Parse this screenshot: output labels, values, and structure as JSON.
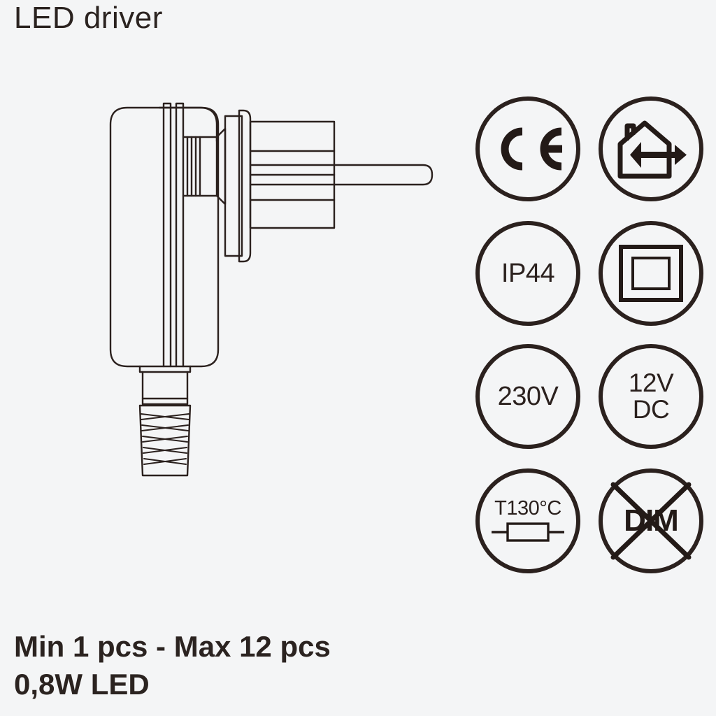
{
  "page": {
    "title": "LED driver",
    "background_color": "#f4f5f6",
    "ink_color": "#2b211e"
  },
  "product_drawing": {
    "name": "plug-in LED driver side view",
    "description": "Line drawing of a wall plug LED driver with rounded rectangular housing, Schuko style plug pins on the right and a threaded screw connector at the bottom"
  },
  "spec_badges": [
    {
      "id": "ce-mark",
      "label": "CE",
      "kind": "glyph",
      "glyph": "ce-mark-icon"
    },
    {
      "id": "indoor-outdoor",
      "label": "",
      "kind": "glyph",
      "glyph": "house-arrow-icon"
    },
    {
      "id": "ip-rating",
      "label": "IP44",
      "kind": "text",
      "glyph": ""
    },
    {
      "id": "class-two",
      "label": "",
      "kind": "glyph",
      "glyph": "double-square-icon"
    },
    {
      "id": "input-voltage",
      "label": "230V",
      "kind": "text",
      "glyph": ""
    },
    {
      "id": "output-voltage",
      "label_line1": "12V",
      "label_line2": "DC",
      "kind": "text-two-line",
      "glyph": ""
    },
    {
      "id": "temperature",
      "label": "T130°C",
      "kind": "text-glyph",
      "glyph": "thermal-fuse-icon"
    },
    {
      "id": "not-dimmable",
      "label": "DIM",
      "kind": "text-crossed",
      "glyph": "cross-out-icon"
    }
  ],
  "footer": {
    "line1": "Min 1 pcs - Max 12 pcs",
    "line2": "0,8W LED"
  }
}
